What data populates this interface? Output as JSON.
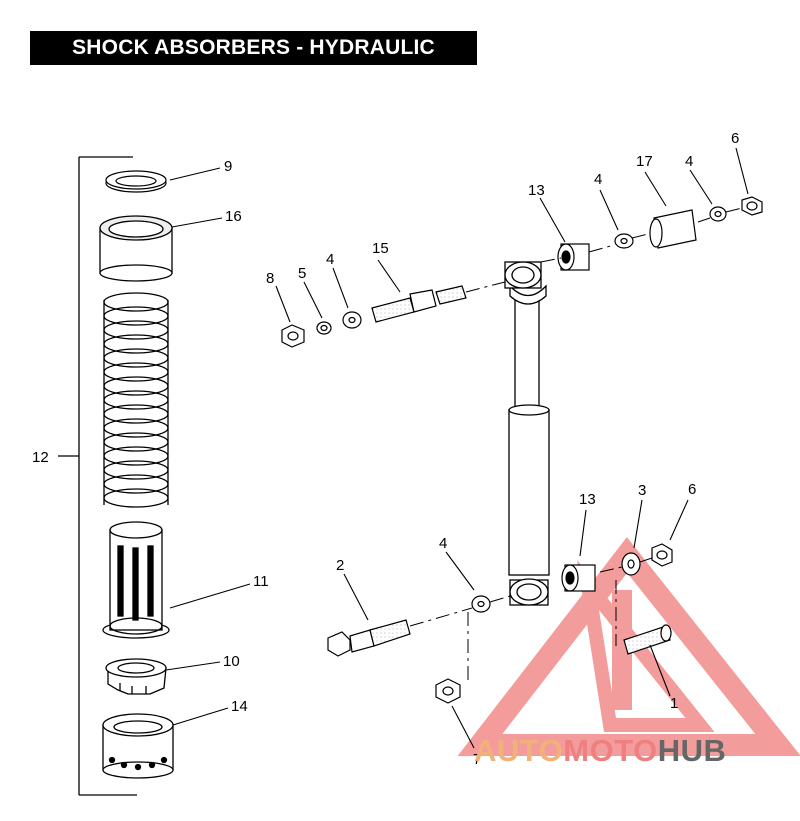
{
  "title": "SHOCK ABSORBERS - HYDRAULIC",
  "callouts": [
    "1",
    "2",
    "3",
    "4",
    "5",
    "6",
    "7",
    "8",
    "9",
    "10",
    "11",
    "12",
    "13",
    "14",
    "15",
    "16",
    "17"
  ],
  "watermark": {
    "part1": "AUTO",
    "part2": "MOTO",
    "part3": "HUB",
    "colors": {
      "auto": "#f2b07a",
      "moto": "#f08080",
      "hub": "#666666",
      "logo": "#f28b8b"
    }
  }
}
